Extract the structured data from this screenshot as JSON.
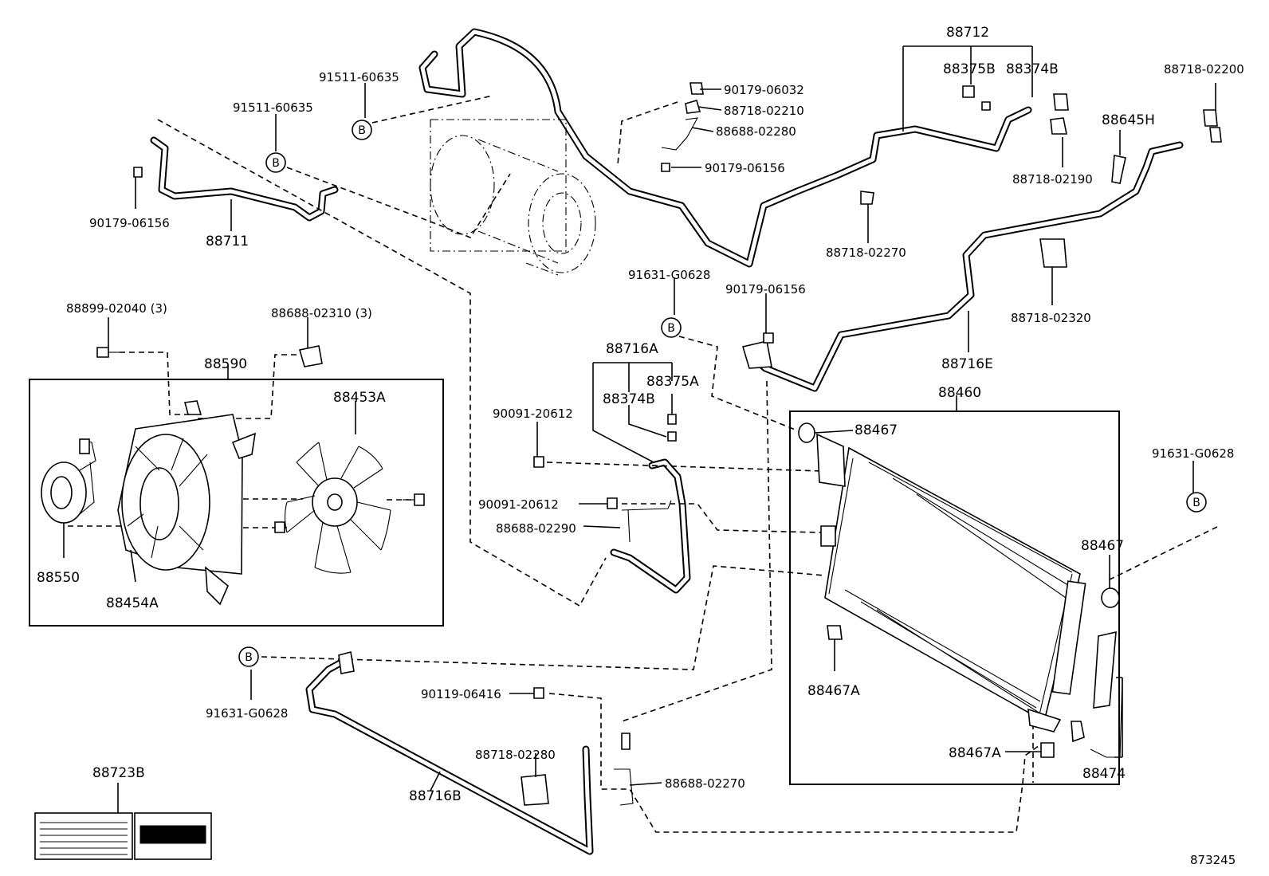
{
  "diagram_number": "873245",
  "callout_ref": "B",
  "labels": {
    "p88712": "88712",
    "p88375B_top": "88375B",
    "p88374B_top": "88374B",
    "p88718_02200": "88718-02200",
    "p91511_60635_a": "91511-60635",
    "p91511_60635_b": "91511-60635",
    "p90179_06032": "90179-06032",
    "p88718_02210": "88718-02210",
    "p88688_02280": "88688-02280",
    "p90179_06156_a": "90179-06156",
    "p88645H": "88645H",
    "p88718_02190": "88718-02190",
    "p90179_06156_b": "90179-06156",
    "p88711": "88711",
    "p88718_02270": "88718-02270",
    "p91631_G0628_a": "91631-G0628",
    "p90179_06156_c": "90179-06156",
    "p88718_02320": "88718-02320",
    "p88899_02040": "88899-02040 (3)",
    "p88688_02310": "88688-02310 (3)",
    "p88590": "88590",
    "p88453A": "88453A",
    "p88716A": "88716A",
    "p88375A": "88375A",
    "p88374B_mid": "88374B",
    "p90091_20612_a": "90091-20612",
    "p90091_20612_b": "90091-20612",
    "p88688_02290": "88688-02290",
    "p88716E": "88716E",
    "p88460": "88460",
    "p88467_a": "88467",
    "p91631_G0628_b": "91631-G0628",
    "p88467_b": "88467",
    "p88550": "88550",
    "p88454A": "88454A",
    "p88467A_a": "88467A",
    "p91631_G0628_c": "91631-G0628",
    "p90119_06416": "90119-06416",
    "p88718_02280": "88718-02280",
    "p88467A_b": "88467A",
    "p88474": "88474",
    "p88723B": "88723B",
    "p88688_02270": "88688-02270",
    "p88716B": "88716B"
  }
}
